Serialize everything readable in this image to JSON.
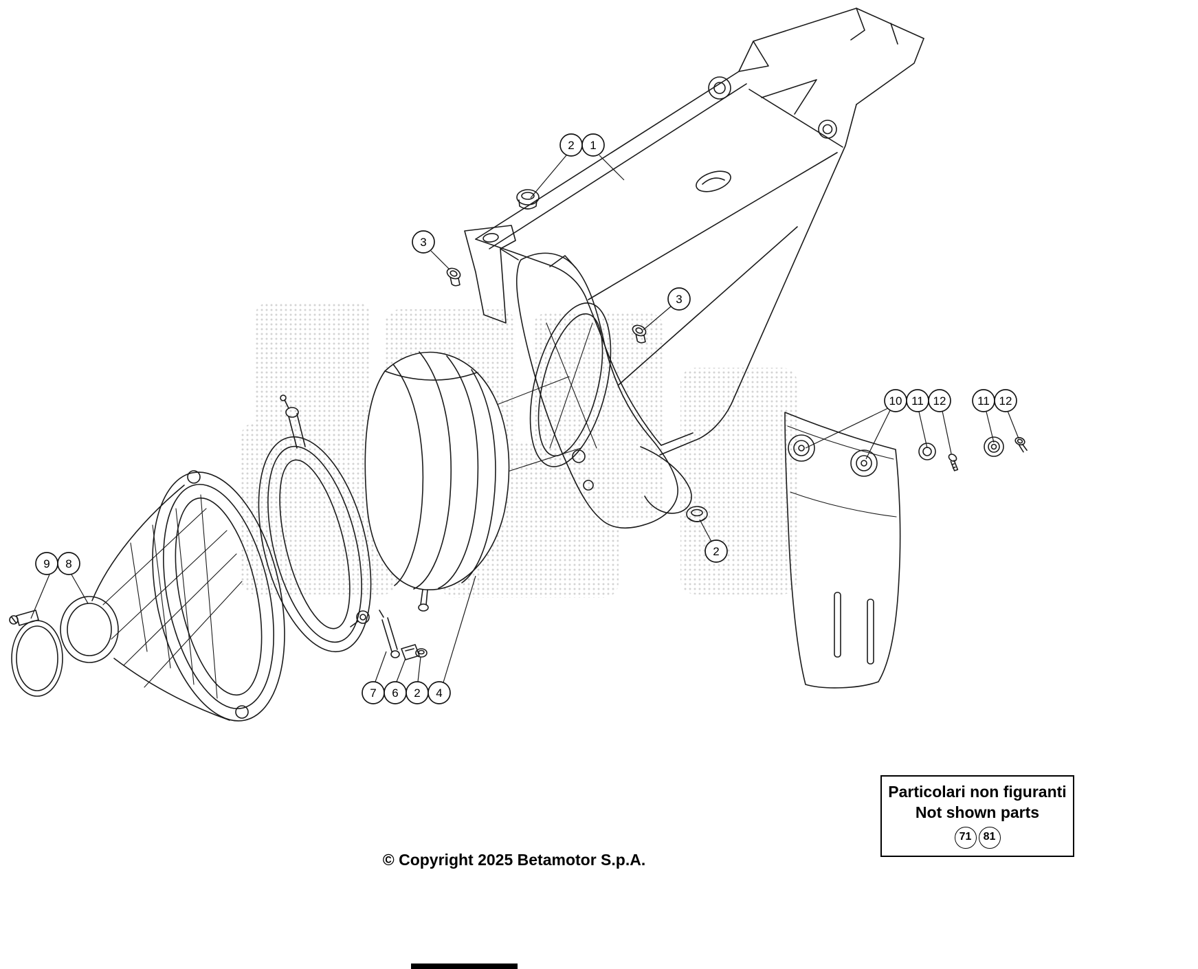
{
  "callouts": [
    {
      "label": "2"
    },
    {
      "label": "1"
    },
    {
      "label": "3"
    },
    {
      "label": "3"
    },
    {
      "label": "10"
    },
    {
      "label": "11"
    },
    {
      "label": "12"
    },
    {
      "label": "11"
    },
    {
      "label": "12"
    },
    {
      "label": "2"
    },
    {
      "label": "9"
    },
    {
      "label": "8"
    },
    {
      "label": "7"
    },
    {
      "label": "6"
    },
    {
      "label": "2"
    },
    {
      "label": "4"
    }
  ],
  "notes_box": {
    "line1": "Particolari non figuranti",
    "line2": "Not shown parts",
    "items": [
      "71",
      "81"
    ]
  },
  "footer": {
    "copyright": "© Copyright 2025 Betamotor S.p.A."
  }
}
